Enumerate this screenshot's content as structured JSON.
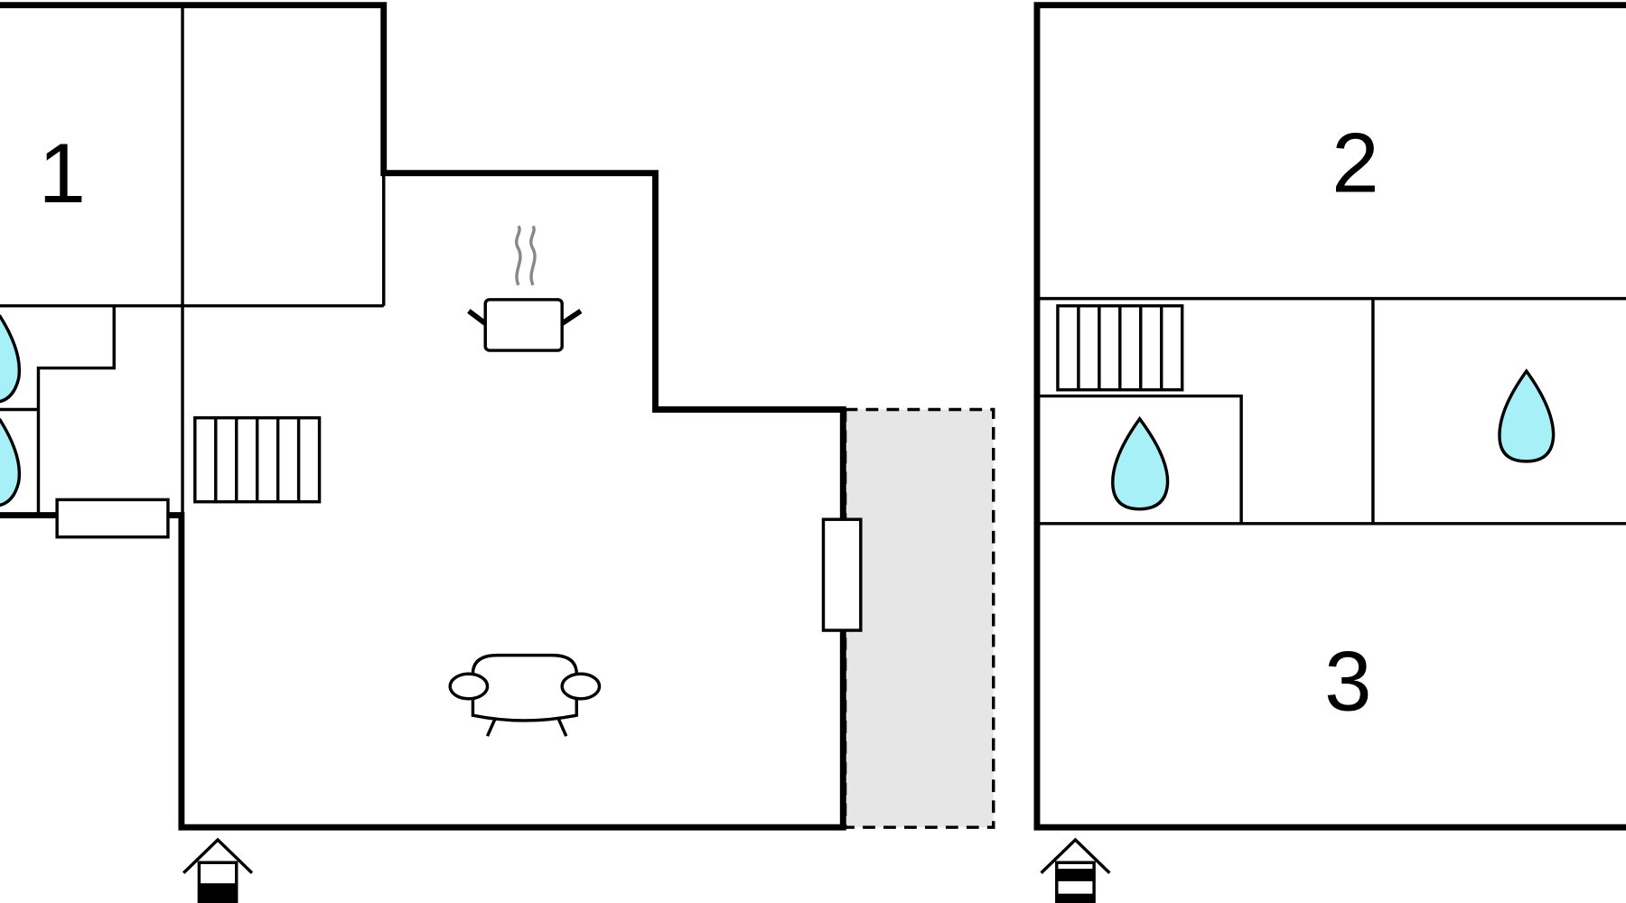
{
  "floorplan": {
    "rooms": [
      {
        "label": "1"
      },
      {
        "label": "2"
      },
      {
        "label": "3"
      }
    ],
    "colors": {
      "wall": "#000000",
      "water": "#a8f0f8",
      "terrace": "#e6e6e6",
      "steam": "#888888"
    }
  }
}
